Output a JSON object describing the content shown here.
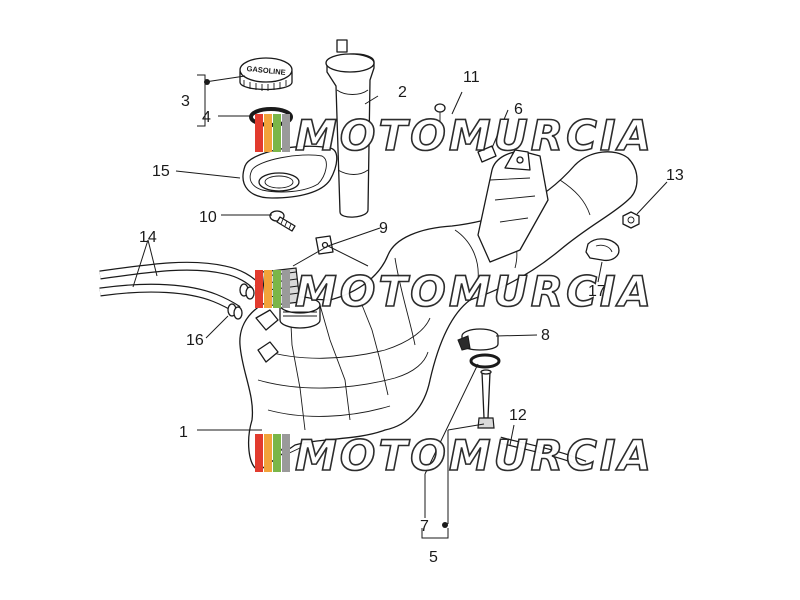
{
  "watermark": {
    "text": "MOTOMURCIA",
    "colors": [
      "#e23b2e",
      "#f2a33a",
      "#7ab648",
      "#9a9a9a"
    ]
  },
  "cap_label": "GASOLINE",
  "callouts": {
    "c1": "1",
    "c2": "2",
    "c3": "3",
    "c4": "4",
    "c5": "5",
    "c6": "6",
    "c7": "7",
    "c8": "8",
    "c9": "9",
    "c10": "10",
    "c11": "11",
    "c12": "12",
    "c13": "13",
    "c14": "14",
    "c15": "15",
    "c16": "16",
    "c17": "17"
  },
  "colors": {
    "line": "#1a1a1a",
    "background": "#ffffff"
  }
}
